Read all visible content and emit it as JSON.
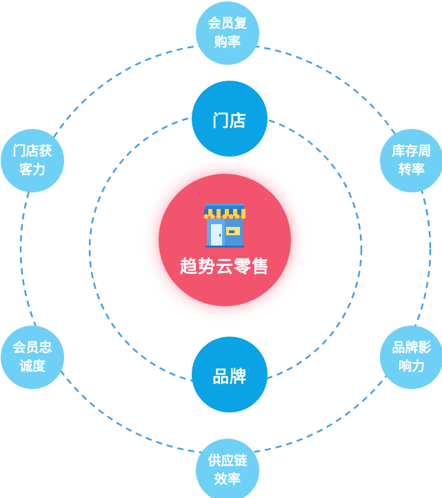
{
  "center": {
    "title": "趋势云零售",
    "icon": "store-icon"
  },
  "inner_nodes": {
    "top": "门店",
    "bottom": "品牌"
  },
  "outer_nodes": {
    "top": "会员复购率",
    "right": "库存周转率",
    "lower_right": "品牌影响力",
    "bottom": "供应链效率",
    "lower_left": "会员忠诚度",
    "left": "门店获客力"
  },
  "colors": {
    "center": "#f2546d",
    "inner_node": "#0aa3e6",
    "outer_node": "#6fd0f5",
    "ring": "#3f9fe4"
  }
}
